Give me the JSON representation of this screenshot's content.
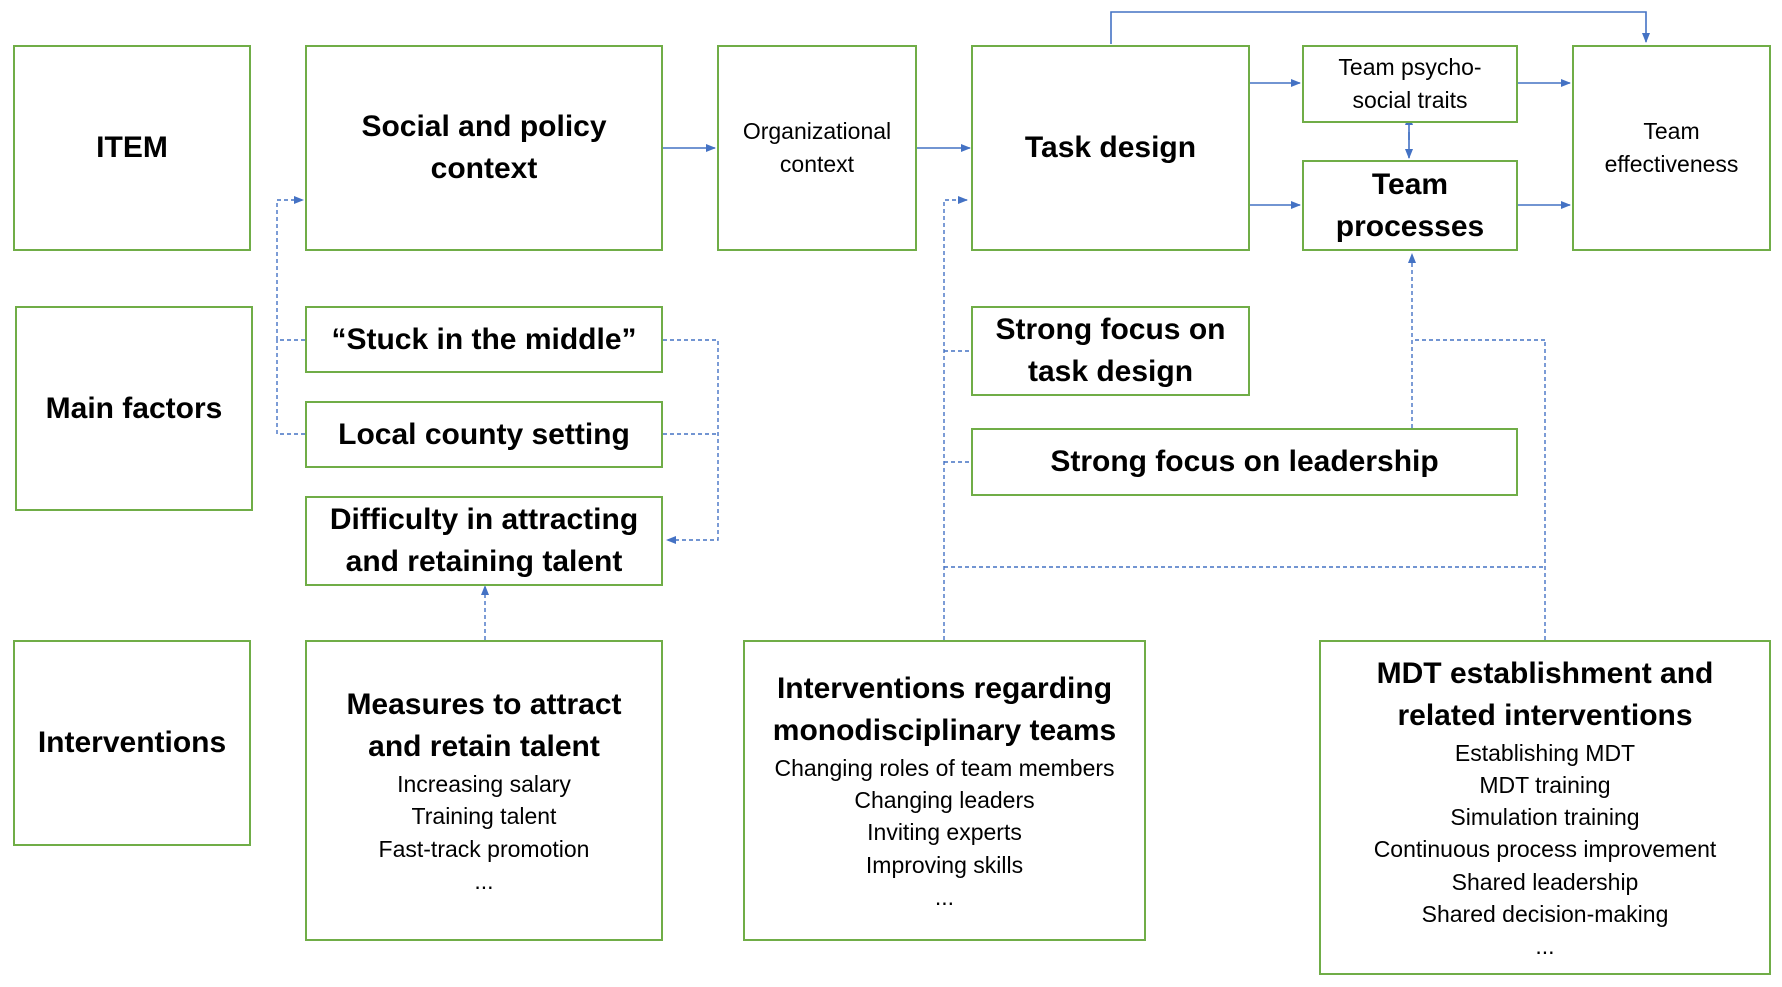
{
  "rows": {
    "item": "ITEM",
    "main_factors": "Main factors",
    "interventions": "Interventions"
  },
  "context": {
    "social_policy": "Social and policy context",
    "organizational": "Organizational context",
    "task_design": "Task design",
    "psychosocial": "Team psycho-social traits",
    "processes": "Team processes",
    "effectiveness": "Team effectiveness"
  },
  "factors": {
    "stuck": "“Stuck in the middle”",
    "local_county": "Local county setting",
    "difficulty": "Difficulty in attracting and retaining talent",
    "focus_task": "Strong focus on task design",
    "focus_leadership": "Strong focus on leadership"
  },
  "interventions": {
    "talent": {
      "title": "Measures to attract and retain talent",
      "items": [
        "Increasing salary",
        "Training talent",
        "Fast-track promotion",
        "..."
      ]
    },
    "mono": {
      "title": "Interventions regarding monodisciplinary teams",
      "items": [
        "Changing roles of team members",
        "Changing leaders",
        "Inviting experts",
        "Improving skills",
        "..."
      ]
    },
    "mdt": {
      "title": "MDT establishment and related interventions",
      "items": [
        "Establishing MDT",
        "MDT training",
        "Simulation training",
        "Continuous process improvement",
        "Shared leadership",
        "Shared decision-making",
        "..."
      ]
    }
  },
  "colors": {
    "box_border": "#70ad47",
    "arrow": "#4472c4"
  }
}
